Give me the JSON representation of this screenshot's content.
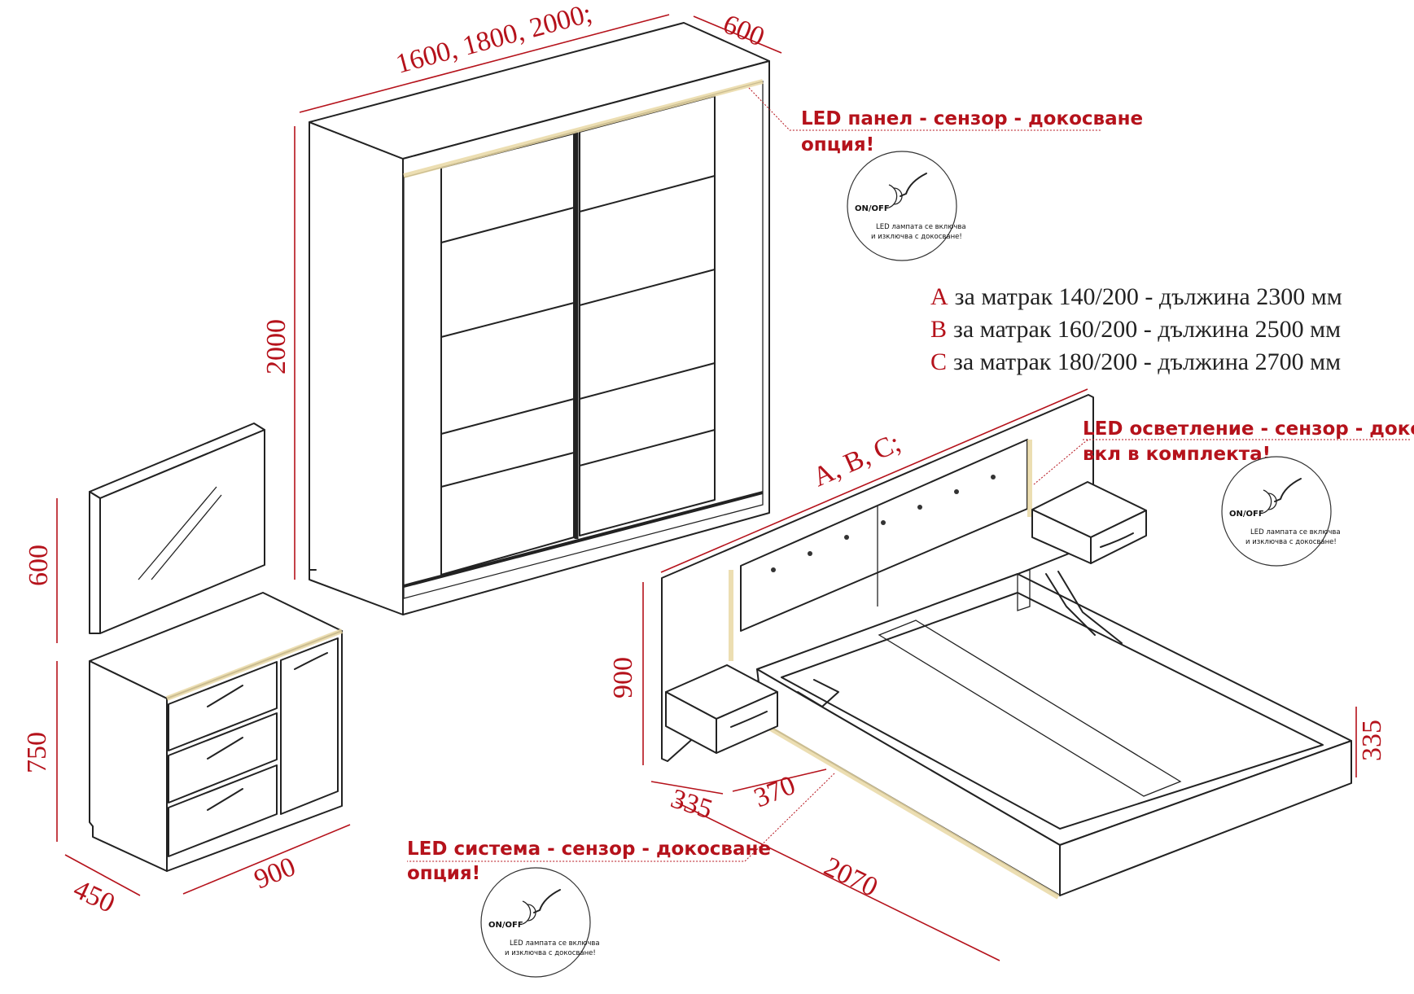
{
  "dimensions": {
    "wardrobe_width": "1600, 1800, 2000;",
    "wardrobe_depth": "600",
    "wardrobe_height": "2000",
    "mirror_height": "600",
    "dresser_height": "750",
    "dresser_depth": "450",
    "dresser_width": "900",
    "bed_width": "A, B, C;",
    "bed_headboard_height": "900",
    "nightstand_width": "335",
    "nightstand_gap": "370",
    "bed_length": "2070",
    "bed_frame_height": "335"
  },
  "led_notes": {
    "wardrobe_line1": "LED панел - сензор - докосване",
    "wardrobe_line2": "опция!",
    "headboard_line1": "LED осветление - сензор - докосване",
    "headboard_line2": "вкл в комплекта!",
    "base_line1": "LED система - сензор - докосване",
    "base_line2": "опция!"
  },
  "sensor_badge": {
    "on_off": "ON/OFF",
    "caption_line1": "LED лампата се включва",
    "caption_line2": "и изключва с докосване!"
  },
  "mattress_legend": [
    {
      "letter": "A",
      "text": "за матрак 140/200 - дължина 2300 мм"
    },
    {
      "letter": "B",
      "text": "за матрак 160/200 - дължина 2500 мм"
    },
    {
      "letter": "C",
      "text": "за матрак 180/200 - дължина 2700 мм"
    }
  ],
  "colors": {
    "accent": "#b5121b",
    "ink": "#222222",
    "led_glow": "#e9d8a4"
  }
}
